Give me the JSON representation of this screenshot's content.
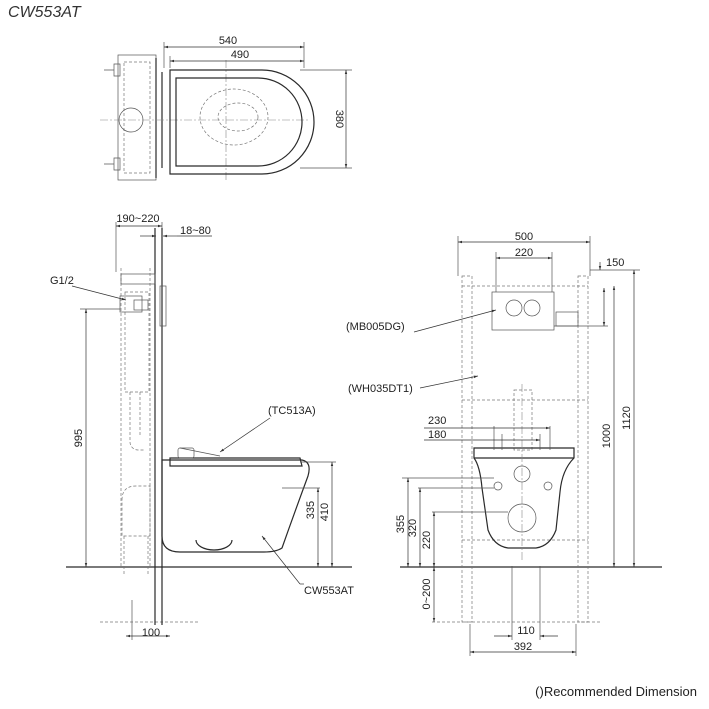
{
  "model": "CW553AT",
  "footnote": "()Recommended Dimension",
  "top_view": {
    "dim_overall_length": "540",
    "dim_bowl_length": "490",
    "dim_width": "380"
  },
  "side_view": {
    "dim_fixing_range": "190~220",
    "dim_wall_finish": "18~80",
    "label_inlet": "G1/2",
    "dim_inlet_height": "995",
    "label_seat": "(TC513A)",
    "dim_rim_mid": "335",
    "dim_rim_height": "410",
    "label_bowl": "CW553AT",
    "dim_offset": "100"
  },
  "front_view": {
    "dim_frame_width": "500",
    "dim_button_centres": "220",
    "dim_top_offset": "150",
    "label_button": "(MB005DG)",
    "label_frame": "(WH035DT1)",
    "dim_bolt_outer": "230",
    "dim_bolt_inner": "180",
    "dim_frame_height": "1000",
    "dim_frame_total": "1120",
    "dim_h355": "355",
    "dim_h320": "320",
    "dim_h220": "220",
    "dim_floor_adj": "0~200",
    "dim_waste_width": "110",
    "dim_foot_width": "392"
  }
}
